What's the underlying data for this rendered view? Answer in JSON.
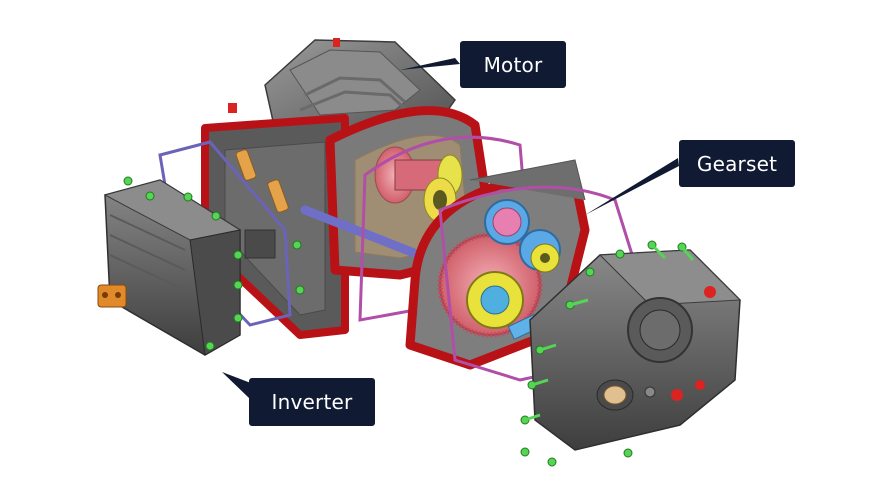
{
  "labels": {
    "motor": "Motor",
    "gearset": "Gearset",
    "inverter": "Inverter"
  },
  "colors": {
    "callout_bg": "#111a33",
    "callout_text": "#ffffff",
    "housing_grey": "#6e6e6e",
    "flange_red": "#c4161c",
    "gasket_purple": "#b04ea8",
    "bolt_green": "#4fd14f",
    "gear_pink": "#e27d86",
    "gear_blue": "#5aa9e6",
    "gear_yellow": "#e8e23a",
    "connector_orange": "#e08a2a"
  }
}
